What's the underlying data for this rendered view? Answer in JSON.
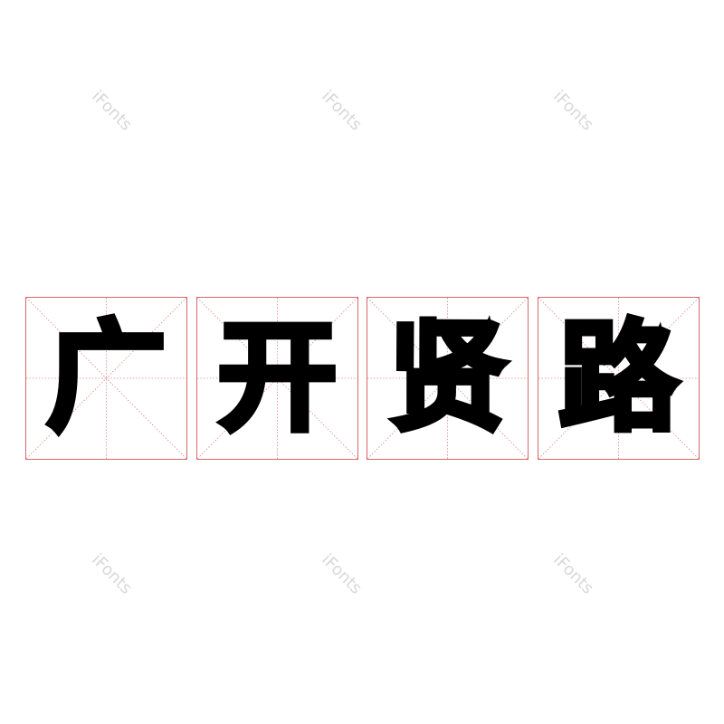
{
  "watermark": "iFonts",
  "characters": [
    "广",
    "开",
    "贤",
    "路"
  ],
  "colors": {
    "grid_border": "#d9676a",
    "grid_dots": "#e08080",
    "glyph": "#000000",
    "watermark": "#d8d8d8"
  }
}
